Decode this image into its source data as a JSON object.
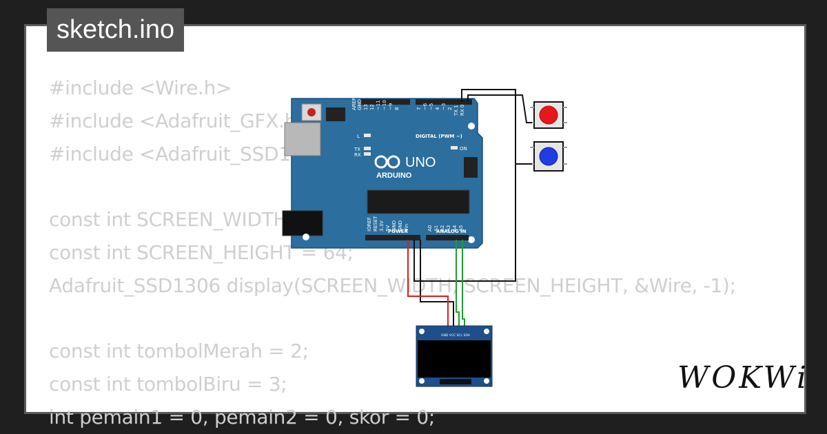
{
  "tab": {
    "filename": "sketch.ino"
  },
  "code_lines": [
    "#include <Wire.h>",
    "#include <Adafruit_GFX.h>",
    "#include <Adafruit_SSD1306.h>",
    "",
    "const int SCREEN_WIDTH = 128;",
    "const int SCREEN_HEIGHT = 64;",
    "Adafruit_SSD1306 display(SCREEN_WIDTH, SCREEN_HEIGHT, &Wire, -1);",
    "",
    "const int tombolMerah = 2;",
    "const int tombolBiru = 3;",
    "int pemain1 = 0, pemain2 = 0, skor = 0;"
  ],
  "board": {
    "brand": "ARDUINO",
    "model": "UNO",
    "digital_label": "DIGITAL (PWM ~)",
    "power_label": "POWER",
    "analog_label": "ANALOG IN",
    "aref": "AREF",
    "gnd": "GND",
    "on_label": "ON",
    "l_label": "L",
    "tx_label": "TX",
    "rx_label": "RX",
    "digital_pins": [
      "13",
      "12",
      "~11",
      "~10",
      "~9",
      "8",
      "7",
      "~6",
      "~5",
      "4",
      "~3",
      "2",
      "TX 1",
      "RX 0"
    ],
    "power_pins": [
      "IOREF",
      "RESET",
      "3.3V",
      "5V",
      "GND",
      "GND",
      "Vin"
    ],
    "analog_pins": [
      "A0",
      "A1",
      "A2",
      "A3",
      "A4",
      "A5"
    ],
    "color": "#2c6e9e"
  },
  "oled": {
    "pins": "GND VCC SCL SDA"
  },
  "buttons": [
    {
      "color": "#e8171c"
    },
    {
      "color": "#1f3de0"
    }
  ],
  "logo": "WOKWi",
  "colors": {
    "wire_black": "#111111",
    "wire_red": "#e01a1a",
    "wire_green": "#1f9d2e"
  }
}
